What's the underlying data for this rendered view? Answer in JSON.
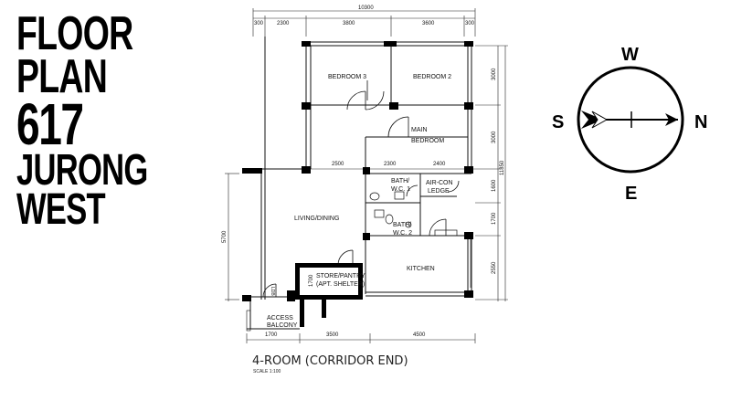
{
  "title": {
    "lines": [
      "FLOOR",
      "PLAN",
      "617",
      "JURONG",
      "WEST"
    ]
  },
  "plan": {
    "caption": "4-ROOM (CORRIDOR END)",
    "scale": "SCALE 1:100",
    "rooms": {
      "bedroom3": "BEDROOM 3",
      "bedroom2": "BEDROOM 2",
      "main_bedroom_1": "MAIN",
      "main_bedroom_2": "BEDROOM",
      "bath1_1": "BATH/",
      "bath1_2": "W.C. 1",
      "aircon_1": "AIR-CON",
      "aircon_2": "LEDGE",
      "bath2_1": "BATH/",
      "bath2_2": "W.C. 2",
      "living": "LIVING/DINING",
      "kitchen": "KITCHEN",
      "store_1": "STORE/PANTRY",
      "store_2": "(APT. SHELTER)",
      "access_1": "ACCESS",
      "access_2": "BALCONY",
      "ldb": "LDB"
    },
    "dims": {
      "top_total": "10300",
      "top_300a": "300",
      "top_2300": "2300",
      "top_3800": "3800",
      "top_3600": "3600",
      "top_300b": "300",
      "mid_2500": "2500",
      "mid_2300": "2300",
      "mid_2400": "2400",
      "right_3000a": "3000",
      "right_3000b": "3000",
      "right_1600": "1600",
      "right_1700": "1700",
      "right_2550": "2550",
      "right_total": "11850",
      "left_5700": "5700",
      "store_1700": "1700",
      "bot_1700": "1700",
      "bot_3500": "3500",
      "bot_4500": "4500"
    }
  },
  "compass": {
    "w": "W",
    "s": "S",
    "n": "N",
    "e": "E"
  }
}
